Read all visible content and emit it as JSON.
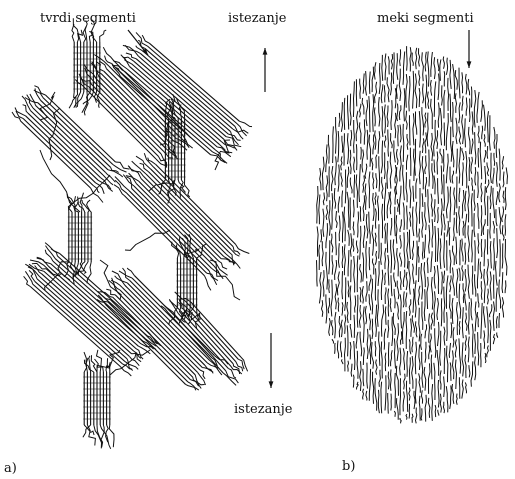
{
  "labels": {
    "hard_segments": "tvrdi segmenti",
    "stretch_top": "istezanje",
    "stretch_bottom": "istezanje",
    "soft_segments": "meki segmenti",
    "panel_a": "a)",
    "panel_b": "b)"
  },
  "colors": {
    "ink": "#111111",
    "background": "#ffffff"
  }
}
